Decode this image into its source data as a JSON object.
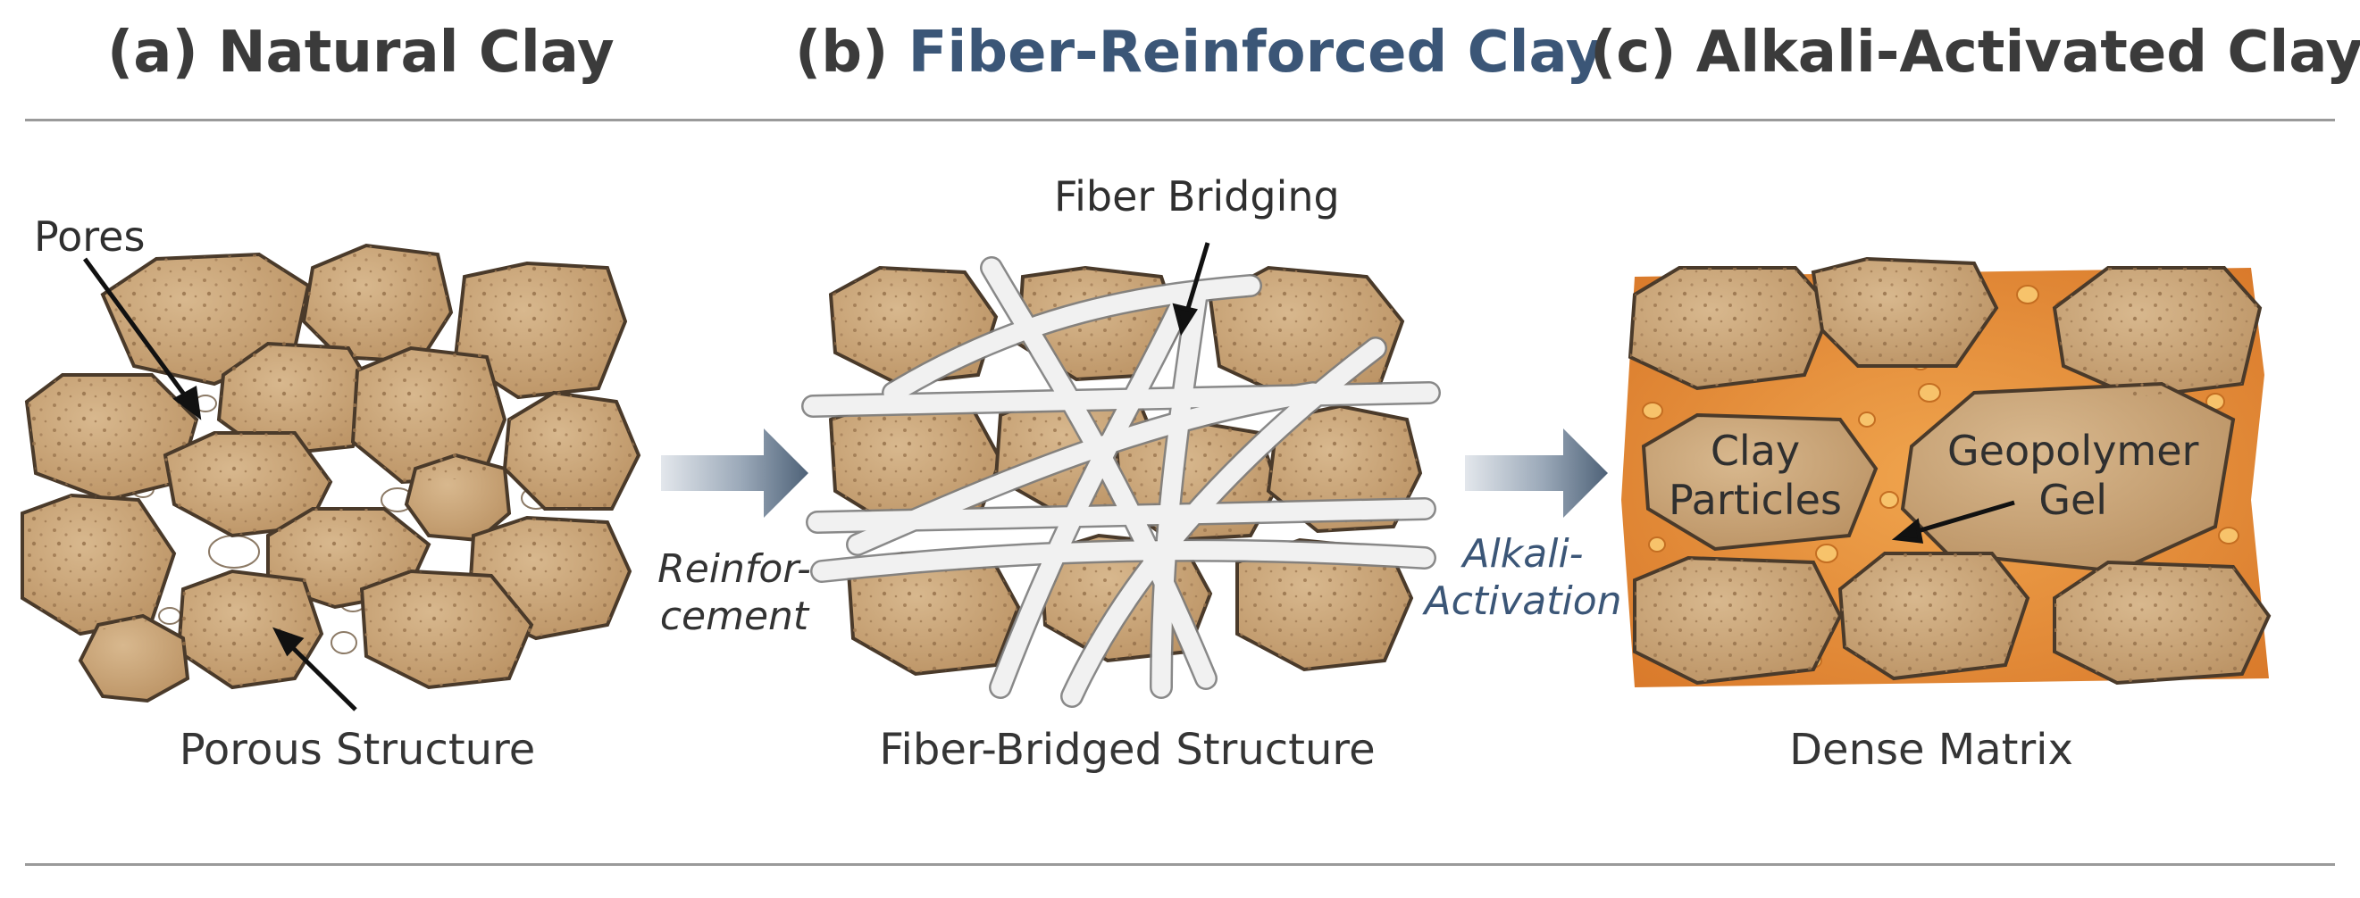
{
  "panels": [
    {
      "prefix": "(a)",
      "title": "Natural Clay",
      "caption": "Porous Structure"
    },
    {
      "prefix": "(b)",
      "title": "Fiber-Reinforced Clay",
      "caption": "Fiber-Bridged Structure"
    },
    {
      "prefix": "(c)",
      "title": "Alkali-Activated Clay",
      "caption": "Dense Matrix"
    }
  ],
  "annotations": {
    "pores": "Pores",
    "fiber_bridging": "Fiber Bridging",
    "clay_particles_1": "Clay",
    "clay_particles_2": "Particles",
    "geopolymer_1": "Geopolymer",
    "geopolymer_2": "Gel"
  },
  "transitions": {
    "reinforcement_1": "Reinfor-",
    "reinforcement_2": "cement",
    "alkali_1": "Alkali-",
    "alkali_2": "Activation"
  },
  "colors": {
    "clay": "#c9a57a",
    "clay_outline": "#4a3a2a",
    "fiber": "#eeeeee",
    "geopolymer": "#e08a35",
    "title_accent": "#3b5677",
    "arrow": "#4e6278"
  }
}
